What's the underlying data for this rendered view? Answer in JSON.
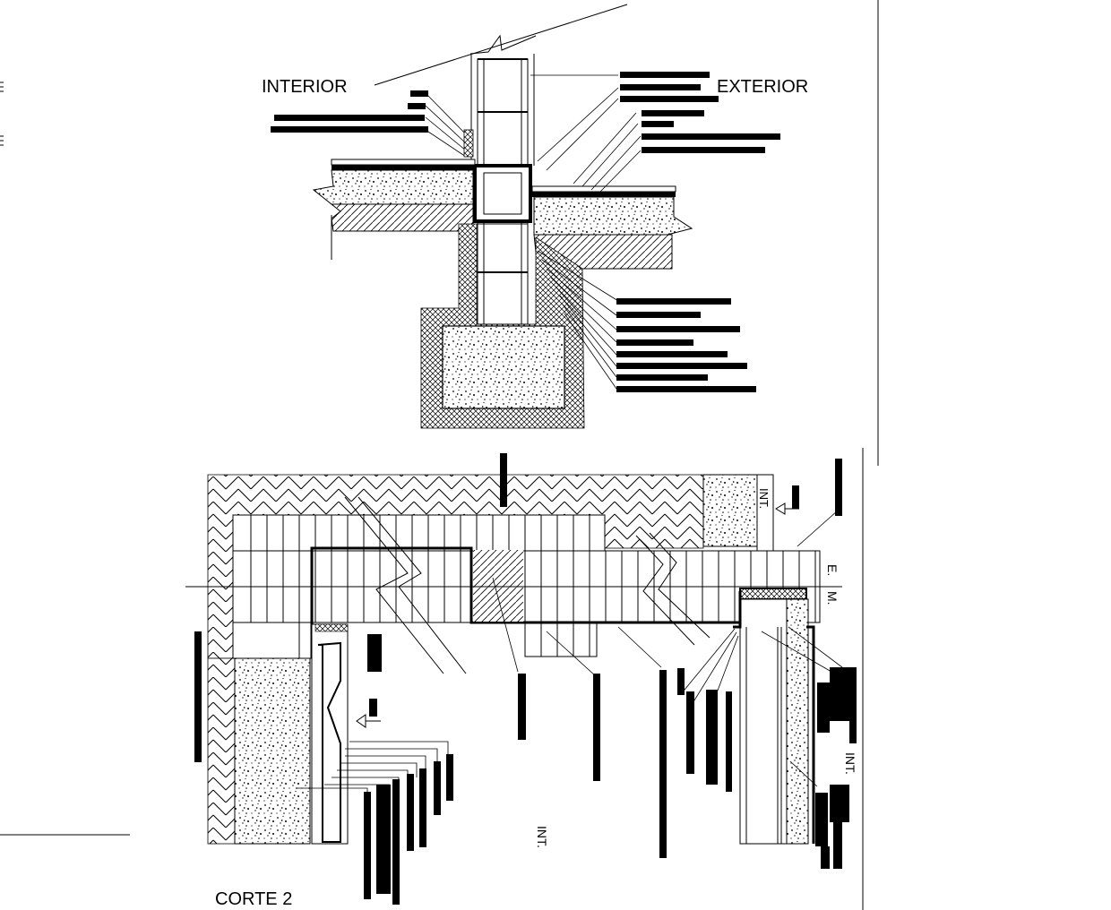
{
  "upper_section": {
    "label_interior": "INTERIOR",
    "label_exterior": "EXTERIOR"
  },
  "lower_section": {
    "title": "CORTE 2",
    "label_em_e": "E.",
    "label_em_m": "M.",
    "label_int_top": "INT.",
    "label_int_center": "INT.",
    "label_int_right": "INT."
  },
  "colors": {
    "line": "#000000",
    "background": "#ffffff"
  }
}
